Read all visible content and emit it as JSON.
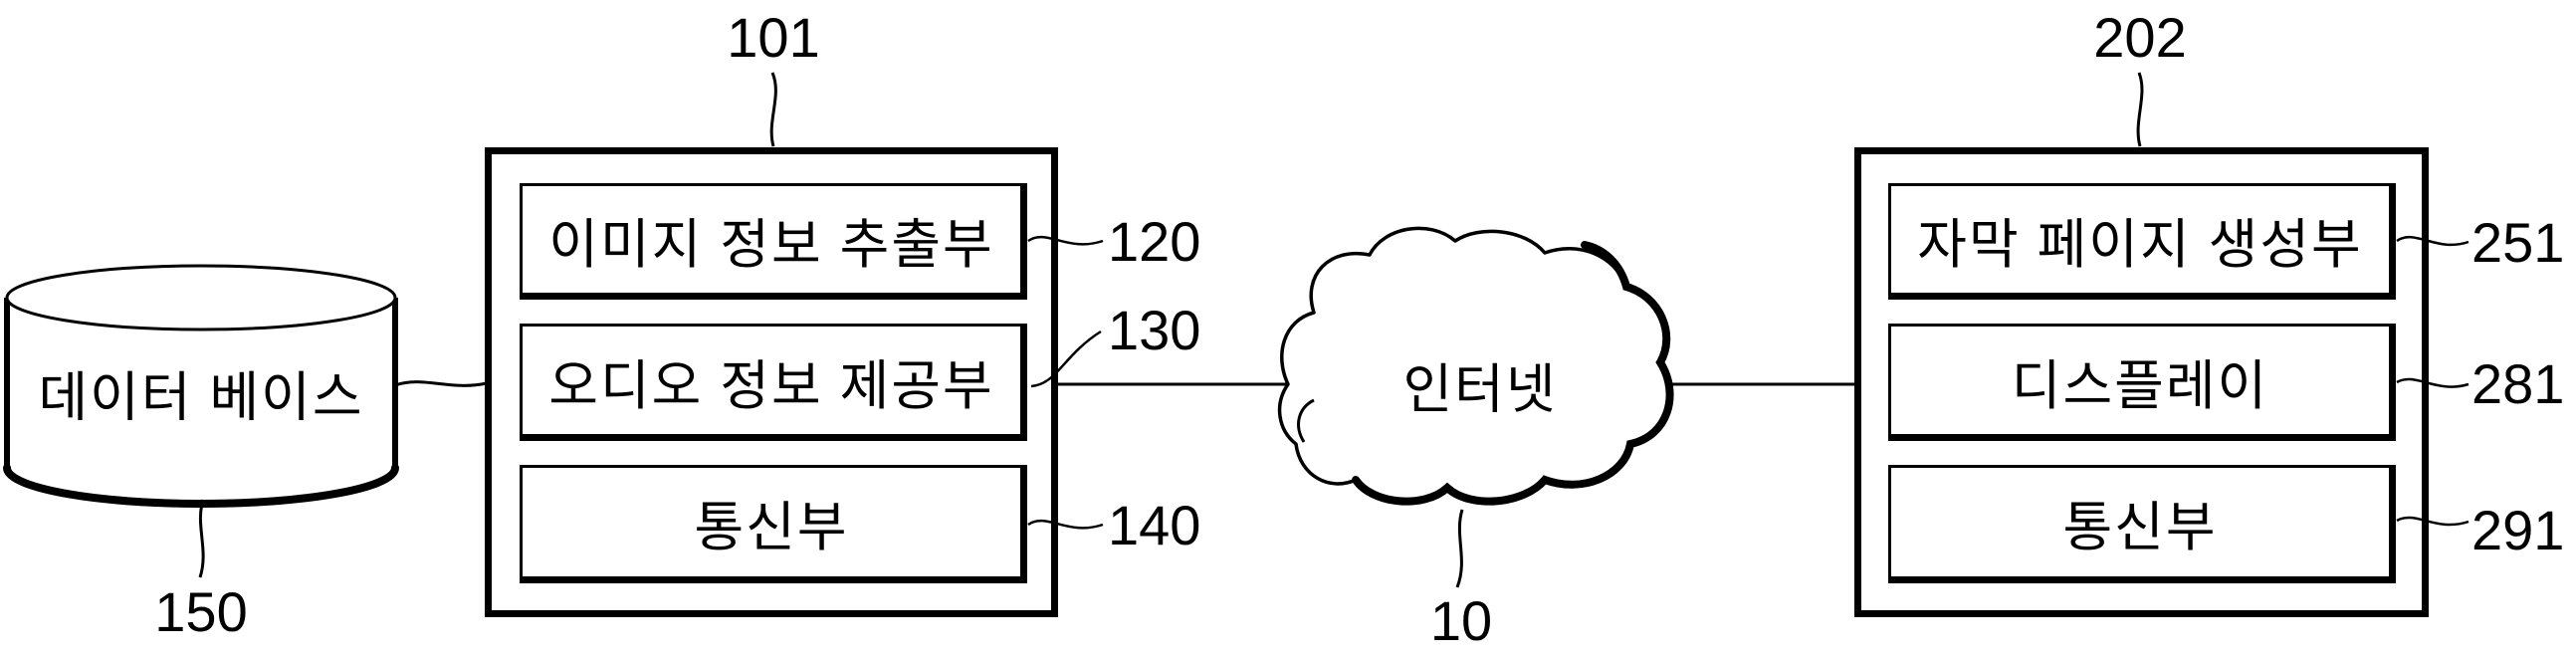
{
  "figure": {
    "bg_color": "#ffffff",
    "ink_color": "#000000"
  },
  "database": {
    "label": "데이터 베이스",
    "ref": "150"
  },
  "server_system": {
    "ref": "101",
    "modules": [
      {
        "label": "이미지 정보 추출부",
        "ref": "120"
      },
      {
        "label": "오디오 정보 제공부",
        "ref": "130"
      },
      {
        "label": "통신부",
        "ref": "140"
      }
    ]
  },
  "network": {
    "label": "인터넷",
    "ref": "10"
  },
  "client_device": {
    "ref": "202",
    "modules": [
      {
        "label": "자막 페이지 생성부",
        "ref": "251"
      },
      {
        "label": "디스플레이",
        "ref": "281"
      },
      {
        "label": "통신부",
        "ref": "291"
      }
    ]
  }
}
